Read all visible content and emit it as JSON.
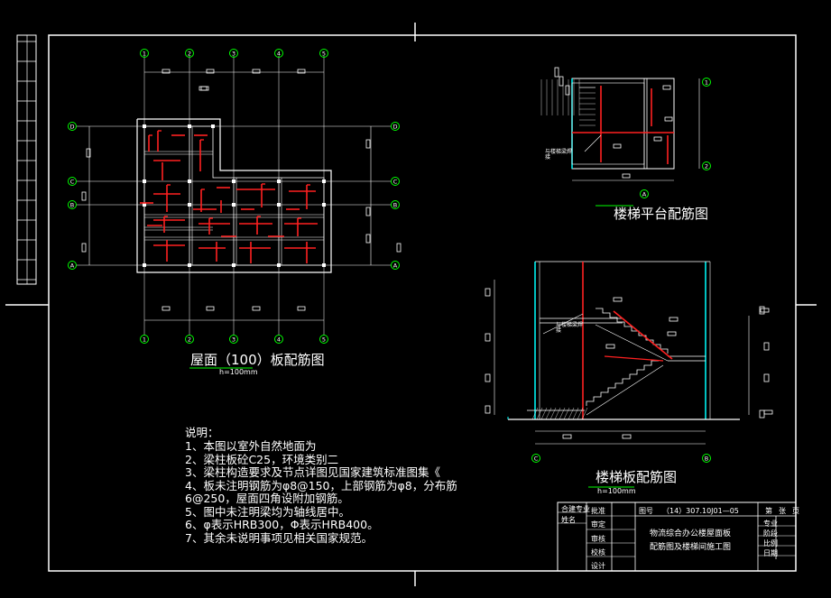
{
  "drawing": {
    "colors": {
      "background": "#000000",
      "line": "#ffffff",
      "rebar": "#ff2020",
      "axis": "#00ff00",
      "wall": "#00ffff",
      "text": "#ffffff"
    },
    "axis_labels_columns": [
      "1",
      "2",
      "3",
      "4",
      "5"
    ],
    "axis_labels_rows": [
      "D",
      "C",
      "B",
      "A"
    ],
    "stair_platform_axes": {
      "right": [
        "1",
        "2"
      ],
      "bottom": "A"
    },
    "stair_section_axes": [
      "C",
      "B"
    ]
  },
  "captions": {
    "roof_plan": "屋面（100）板配筋图",
    "roof_plan_sub": "h=100mm",
    "stair_platform": "楼梯平台配筋图",
    "stair_slab": "楼梯板配筋图",
    "stair_slab_sub": "h=100mm",
    "platform_note": "与楼梯梁焊接",
    "section_note": "与楼梯梁焊接"
  },
  "notes": {
    "title": "说明：",
    "lines": [
      "1、本图以室外自然地面为",
      "2、梁柱板砼C25，环境类别二",
      "3、梁柱构造要求及节点详图见国家建筑标准图集《",
      "4、板未注明钢筋为φ8@150，上部钢筋为φ8，分布筋",
      "6@250，屋面四角设附加钢筋。",
      "5、图中未注明梁均为轴线居中。",
      "6、φ表示HRB300，Φ表示HRB400。",
      "7、其余未说明事项见相关国家规范。"
    ]
  },
  "title_block": {
    "side_label_1": "合建专业",
    "side_label_2": "姓名",
    "sign_rows": [
      "批准",
      "审定",
      "审核",
      "校核",
      "设计"
    ],
    "drawing_no_label": "图号",
    "drawing_no": "（14）307.10J01—05",
    "sheet_label": "第",
    "sheet_label_2": "张",
    "sheet_label_3": "页",
    "project_title_1": "物流综合办公楼屋面板",
    "project_title_2": "配筋图及楼梯间施工图",
    "right_rows": [
      "专业",
      "阶段",
      "比例",
      "日期"
    ]
  }
}
